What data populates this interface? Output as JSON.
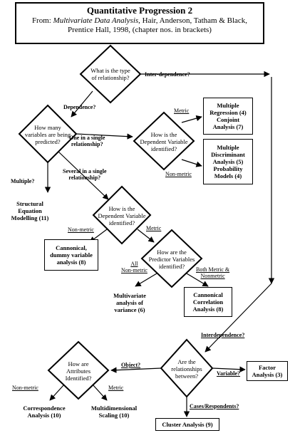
{
  "title": {
    "main": "Quantitative Progression 2",
    "from_prefix": "From:",
    "book": "Multivariate Data Analysis",
    "authors": ", Hair, Anderson, Tatham & Black,",
    "publisher": "Prentice Hall, 1998, (chapter nos. in brackets)"
  },
  "decisions": {
    "relationship_type": [
      "What is the type",
      "of relationship?"
    ],
    "how_many_variables": [
      "How many",
      "variables are being",
      "predicted?"
    ],
    "dependent_identified_1": [
      "How is the",
      "Dependent Variable",
      "identified?"
    ],
    "dependent_identified_2": [
      "How is the",
      "Dependent Variable",
      "identified?"
    ],
    "predictor_identified": [
      "How are the",
      "Predictor Variables",
      "identified?"
    ],
    "relationships_between": [
      "Are the",
      "relationships",
      "between?"
    ],
    "attributes_identified": [
      "How are",
      "Attributes",
      "Identified?"
    ]
  },
  "outcomes": {
    "multiple_regression": [
      "Multiple",
      "Regression (4)",
      "Conjoint",
      "Analysis (7)"
    ],
    "discriminant": [
      "Multiple",
      "Discriminant",
      "Analysis (5)",
      "Probability",
      "Models (4)"
    ],
    "sem": [
      "Structural",
      "Equation",
      "Modelling (11)"
    ],
    "cannonical_dummy": [
      "Cannonical,",
      "dummy variable",
      "analysis (8)"
    ],
    "manova": [
      "Multivariate",
      "analysis of",
      "variance (6)"
    ],
    "cannonical_correlation": [
      "Cannonical",
      "Correlation",
      "Analysis (8)"
    ],
    "factor": [
      "Factor",
      "Analysis (3)"
    ],
    "correspondence": [
      "Correspondence",
      "Analysis (10)"
    ],
    "mds": [
      "Multidimensional",
      "Scaling (10)"
    ],
    "cluster": [
      "Cluster Analysis (9)"
    ]
  },
  "labels": {
    "interdependence_top": "Inter-dependence?",
    "dependence": "Dependence?",
    "one_single": [
      "One in a single",
      "relationship?"
    ],
    "metric_1": "Metric",
    "non_metric_1": "Non-metric",
    "multiple": "Multiple?",
    "several_single": [
      "Several in a single",
      "relationship?"
    ],
    "non_metric_2": "Non-metric",
    "metric_2": "Metric",
    "all_non_metric": [
      "All",
      "Non-metric"
    ],
    "both_metric": [
      "Both Metric &",
      "Nonmetric"
    ],
    "interdependence_bottom": "Interdependence?",
    "object": "Object?",
    "variable": "Variable?",
    "cases_respondents": "Cases/Respondents?",
    "non_metric_3": "Non-metric",
    "metric_3": "Metric"
  }
}
